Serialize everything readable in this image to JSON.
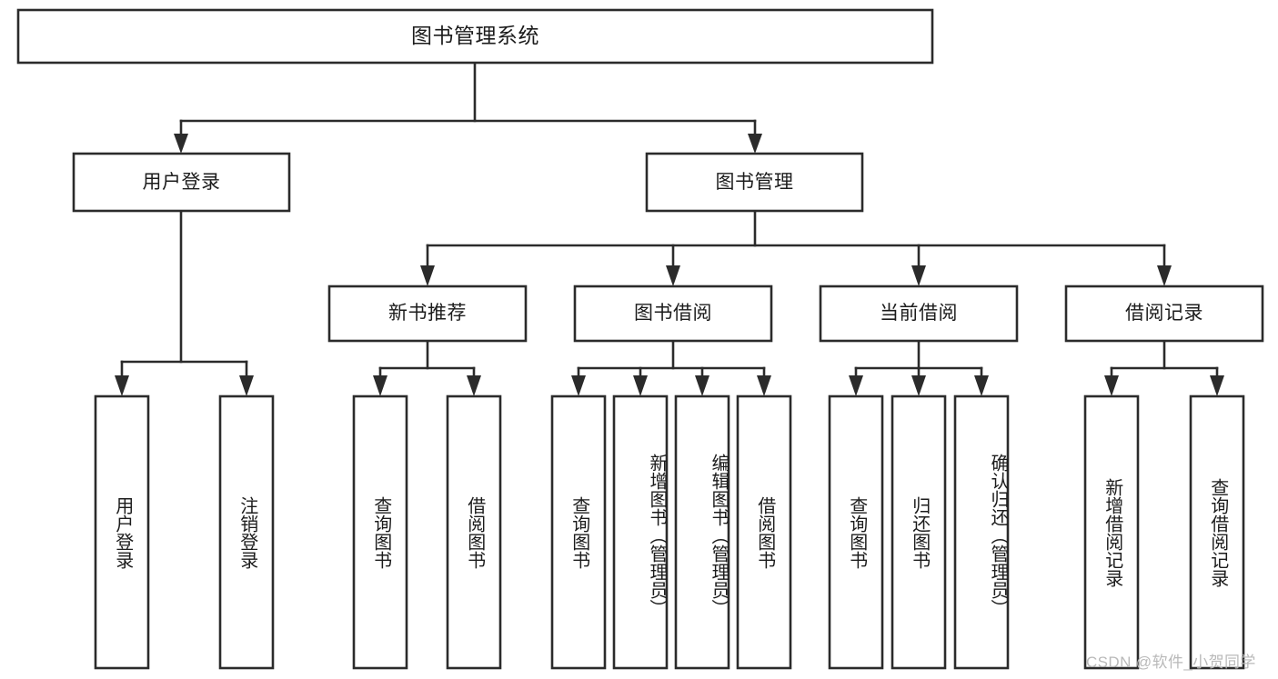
{
  "diagram": {
    "title": "图书管理系统",
    "type": "tree",
    "watermark": "CSDN @软件_小贺同学",
    "colors": {
      "stroke": "#2b2b2b",
      "fill": "#ffffff",
      "text": "#1c1c1c",
      "watermark": "#b9b9b9"
    },
    "levels": {
      "root": {
        "label": "图书管理系统"
      },
      "level2": [
        {
          "label": "用户登录"
        },
        {
          "label": "图书管理"
        }
      ],
      "level3": [
        {
          "label": "新书推荐"
        },
        {
          "label": "图书借阅"
        },
        {
          "label": "当前借阅"
        },
        {
          "label": "借阅记录"
        }
      ],
      "leaves": [
        {
          "label": "用户登录",
          "parent": "用户登录"
        },
        {
          "label": "注销登录",
          "parent": "用户登录"
        },
        {
          "label": "查询图书",
          "parent": "新书推荐"
        },
        {
          "label": "借阅图书",
          "parent": "新书推荐"
        },
        {
          "label": "查询图书",
          "parent": "图书借阅"
        },
        {
          "label": "新增图书（管理员）",
          "parent": "图书借阅"
        },
        {
          "label": "编辑图书（管理员）",
          "parent": "图书借阅"
        },
        {
          "label": "借阅图书",
          "parent": "图书借阅"
        },
        {
          "label": "查询图书",
          "parent": "当前借阅"
        },
        {
          "label": "归还图书",
          "parent": "当前借阅"
        },
        {
          "label": "确认归还（管理员）",
          "parent": "当前借阅"
        },
        {
          "label": "新增借阅记录",
          "parent": "借阅记录"
        },
        {
          "label": "查询借阅记录",
          "parent": "借阅记录"
        }
      ]
    }
  }
}
